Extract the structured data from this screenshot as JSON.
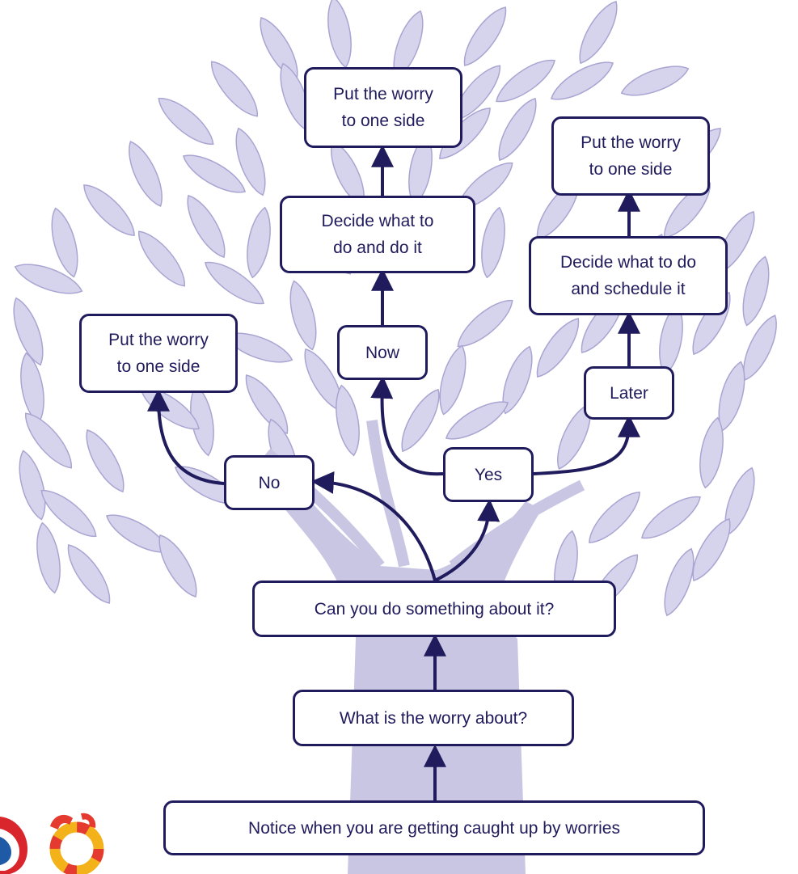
{
  "colors": {
    "leaf": "#d6d4ec",
    "leaf_stroke": "#a9a5d2",
    "trunk": "#c9c6e4",
    "line": "#1f1b5c",
    "box_border": "#1f1b5c",
    "background": "#ffffff"
  },
  "nodes": {
    "notice": "Notice when you are getting caught up by worries",
    "what": "What is the worry about?",
    "can": "Can you do something about it?",
    "no": "No",
    "yes": "Yes",
    "put_left": "Put the worry\nto one side",
    "now": "Now",
    "later": "Later",
    "decide_now": "Decide what to\ndo and do it",
    "decide_later": "Decide what to do\nand schedule it",
    "put_top": "Put the worry\nto one side",
    "put_right": "Put the worry\nto one side"
  },
  "logos": [
    "lifebuoy-phone-icon",
    "partial-logo-icon"
  ]
}
